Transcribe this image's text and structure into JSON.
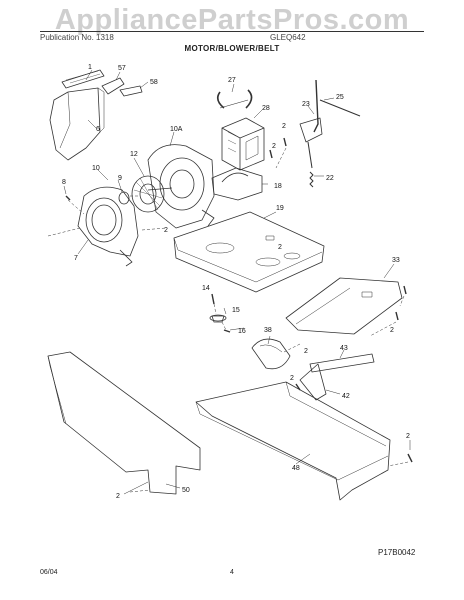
{
  "watermark": "AppliancePartsPros.com",
  "header": {
    "left_text": "Publication No. 1318",
    "model_text": "GLEQ642",
    "section_title": "MOTOR/BLOWER/BELT"
  },
  "callouts": [
    "1",
    "57",
    "58",
    "6",
    "10A",
    "12",
    "10",
    "9",
    "8",
    "7",
    "2",
    "27",
    "28",
    "23",
    "25",
    "2",
    "2",
    "22",
    "18",
    "19",
    "2",
    "33",
    "2",
    "14",
    "15",
    "16",
    "38",
    "2",
    "43",
    "2",
    "42",
    "50",
    "2",
    "48",
    "2"
  ],
  "footer": {
    "ref_code": "P17B0042",
    "date": "06/04",
    "page": "4"
  }
}
